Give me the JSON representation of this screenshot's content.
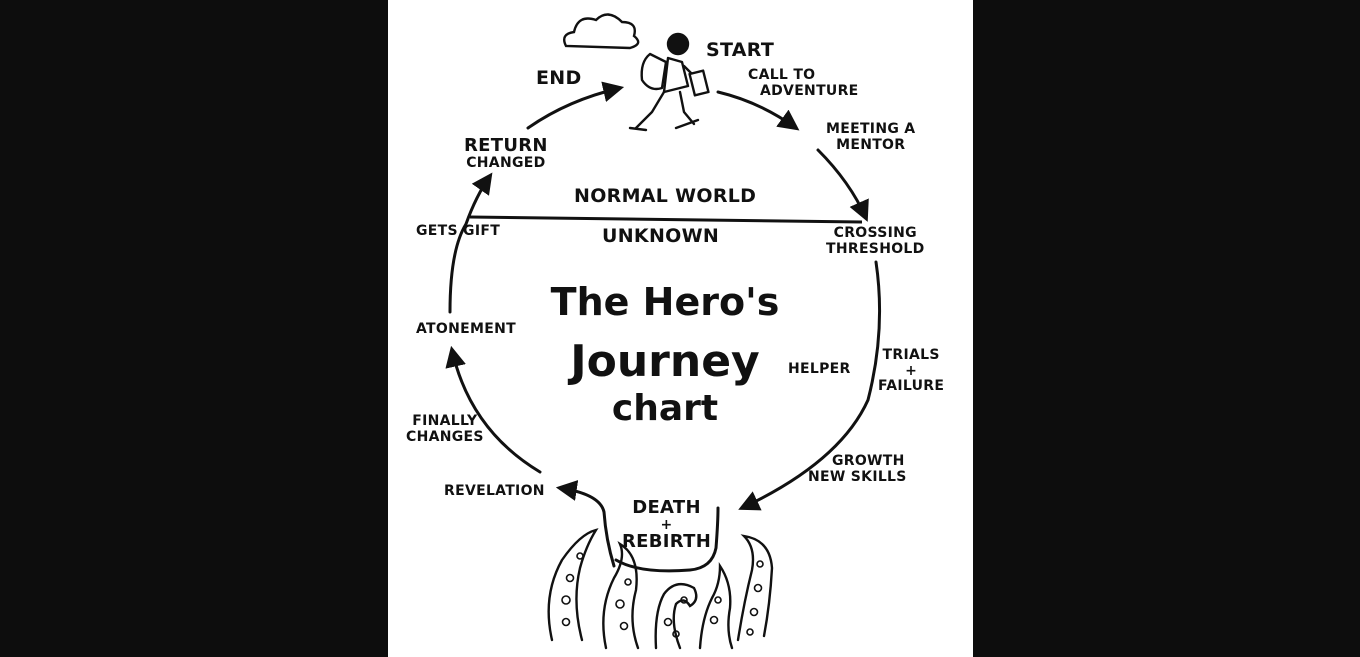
{
  "title": {
    "line1": "The Hero's",
    "line2": "Journey",
    "line3": "chart"
  },
  "regions": {
    "upper": "Normal World",
    "lower": "Unknown"
  },
  "stages": {
    "start": "Start",
    "end": "End",
    "call_to_adventure": [
      "Call to",
      "Adventure"
    ],
    "meeting_mentor": [
      "Meeting a",
      "Mentor"
    ],
    "crossing_threshold": [
      "Crossing",
      "Threshold"
    ],
    "helper": "Helper",
    "trials_failure": [
      "Trials",
      "+",
      "Failure"
    ],
    "growth_new_skills": [
      "Growth",
      "New Skills"
    ],
    "death_rebirth": [
      "Death",
      "+",
      "Rebirth"
    ],
    "revelation": "Revelation",
    "finally_changes": [
      "Finally",
      "Changes"
    ],
    "atonement": "Atonement",
    "gets_gift": "Gets Gift",
    "return_changed": [
      "Return",
      "Changed"
    ]
  },
  "icons": [
    "cloud-icon",
    "hiker-icon",
    "tentacles-icon"
  ],
  "colors": {
    "ink": "#111111",
    "paper": "#ffffff",
    "background": "#0d0d0d"
  }
}
